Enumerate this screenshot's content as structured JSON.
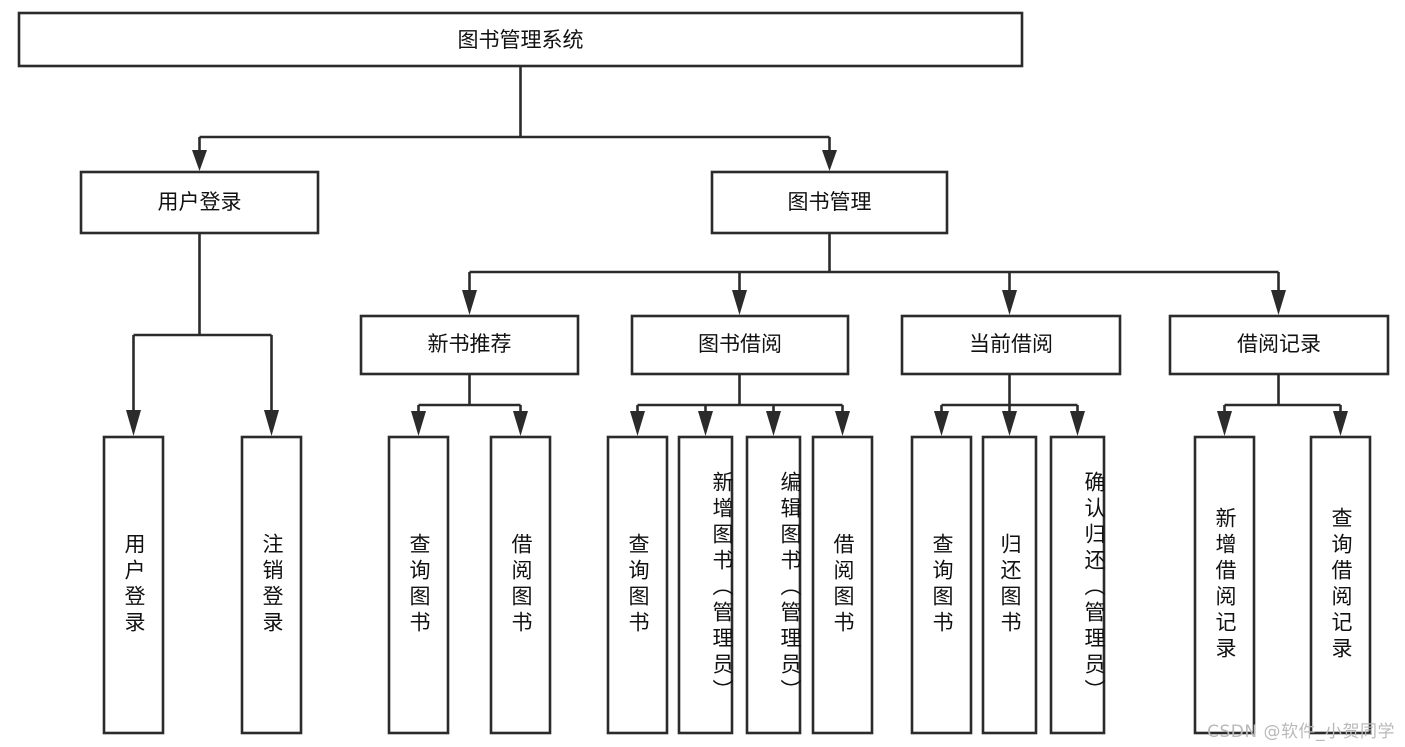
{
  "diagram": {
    "title": "图书管理系统",
    "type": "function-structure-tree",
    "orientation": "top-down",
    "root": {
      "label": "图书管理系统",
      "children": [
        {
          "label": "用户登录",
          "children": [
            {
              "label": "用户登录"
            },
            {
              "label": "注销登录"
            }
          ]
        },
        {
          "label": "图书管理",
          "children": [
            {
              "label": "新书推荐",
              "children": [
                {
                  "label": "查询图书"
                },
                {
                  "label": "借阅图书"
                }
              ]
            },
            {
              "label": "图书借阅",
              "children": [
                {
                  "label": "查询图书"
                },
                {
                  "label": "新增图书（管理员）"
                },
                {
                  "label": "编辑图书（管理员）"
                },
                {
                  "label": "借阅图书"
                }
              ]
            },
            {
              "label": "当前借阅",
              "children": [
                {
                  "label": "查询图书"
                },
                {
                  "label": "归还图书"
                },
                {
                  "label": "确认归还（管理员）"
                }
              ]
            },
            {
              "label": "借阅记录",
              "children": [
                {
                  "label": "新增借阅记录"
                },
                {
                  "label": "查询借阅记录"
                }
              ]
            }
          ]
        }
      ]
    }
  },
  "nodes": {
    "root": {
      "label": "图书管理系统"
    },
    "level1": [
      {
        "label": "用户登录"
      },
      {
        "label": "图书管理"
      }
    ],
    "level2": [
      {
        "label": "新书推荐"
      },
      {
        "label": "图书借阅"
      },
      {
        "label": "当前借阅"
      },
      {
        "label": "借阅记录"
      }
    ],
    "leaves": [
      {
        "label": "用户登录"
      },
      {
        "label": "注销登录"
      },
      {
        "label": "查询图书"
      },
      {
        "label": "借阅图书"
      },
      {
        "label": "查询图书"
      },
      {
        "label": "新增图书（管理员）"
      },
      {
        "label": "编辑图书（管理员）"
      },
      {
        "label": "借阅图书"
      },
      {
        "label": "查询图书"
      },
      {
        "label": "归还图书"
      },
      {
        "label": "确认归还（管理员）"
      },
      {
        "label": "新增借阅记录"
      },
      {
        "label": "查询借阅记录"
      }
    ]
  },
  "watermark": {
    "text": "CSDN @软件_小贺同学"
  },
  "colors": {
    "stroke": "#2b2b2b",
    "fill": "#ffffff",
    "text": "#111111",
    "watermark": "#b9b9b9",
    "background": "#ffffff"
  }
}
